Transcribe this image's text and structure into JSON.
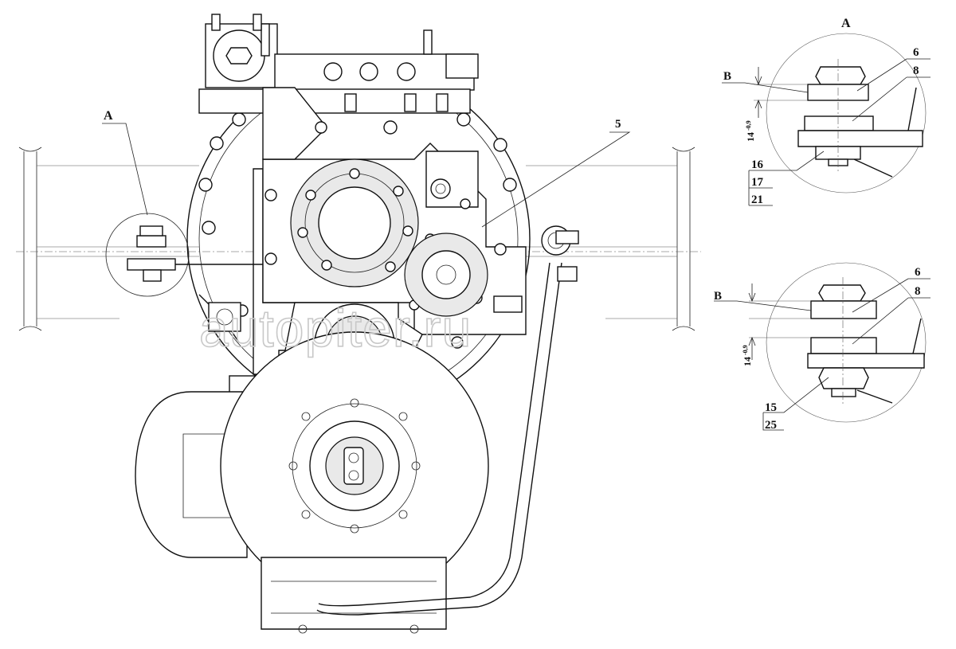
{
  "watermark": "autopiter.ru",
  "callouts": {
    "left_view": "A",
    "part_5": "5"
  },
  "detail_A": {
    "title": "A",
    "section": "B",
    "dimension": "14",
    "tolerance": "-0,9",
    "parts": [
      "6",
      "8",
      "16",
      "17",
      "21"
    ]
  },
  "detail_B": {
    "section": "B",
    "dimension": "14",
    "tolerance": "-0,9",
    "parts": [
      "6",
      "8",
      "15",
      "25"
    ]
  }
}
